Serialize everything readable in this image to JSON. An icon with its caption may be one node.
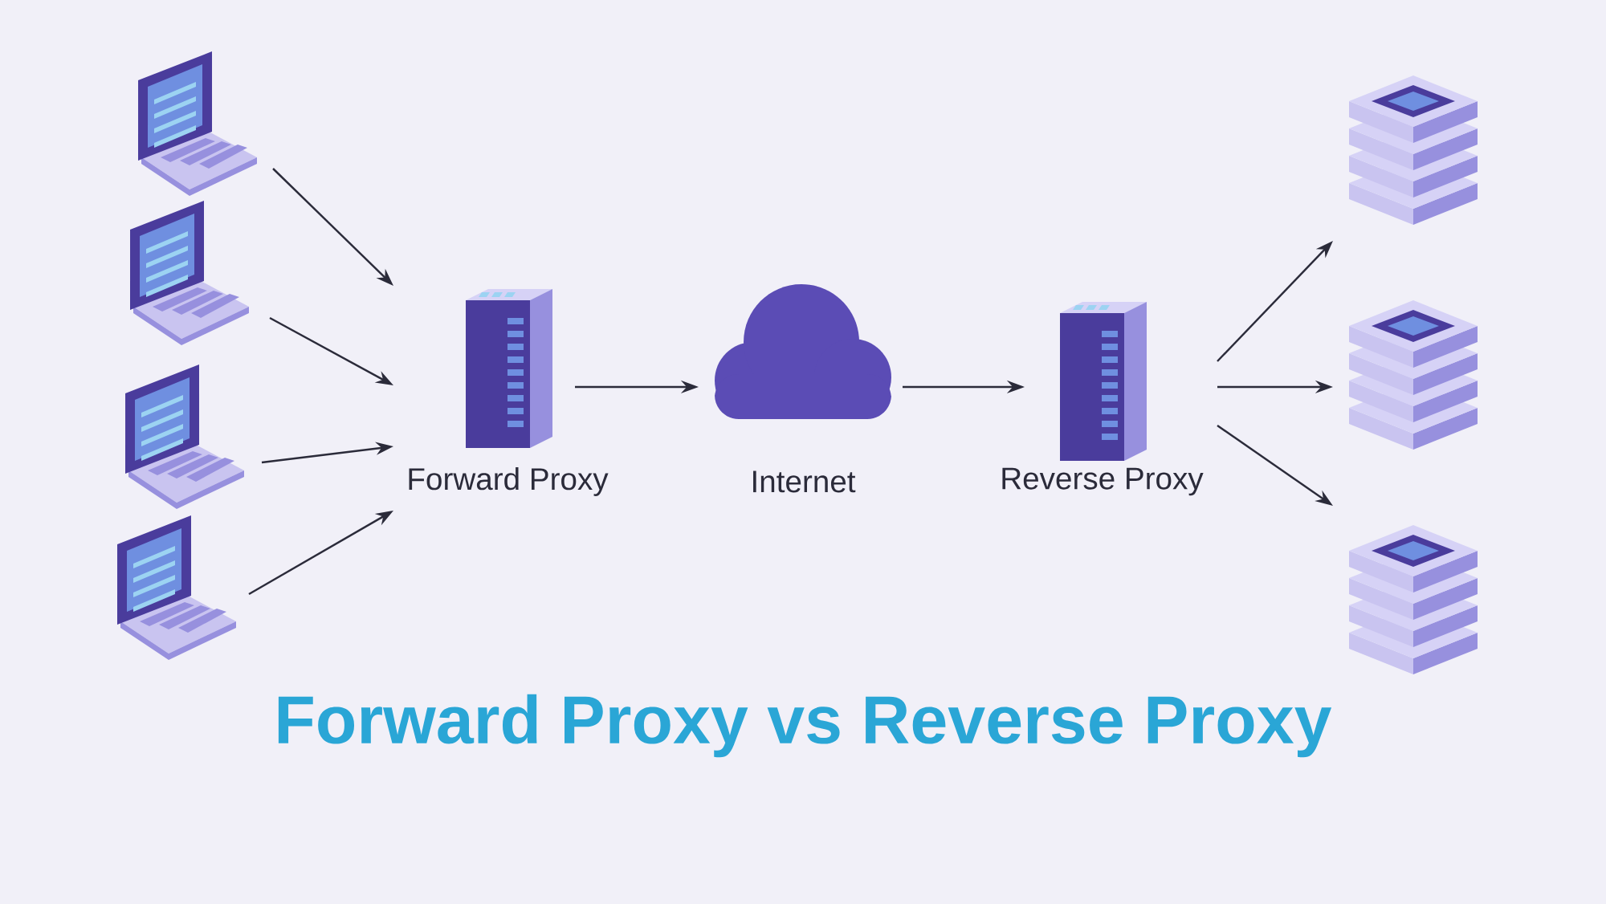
{
  "diagram": {
    "title": "Forward Proxy vs Reverse Proxy",
    "nodes": [
      {
        "text": [],
        "shape": "picture"
      },
      {
        "text": [],
        "shape": "picture"
      },
      {
        "text": [],
        "shape": "picture"
      },
      {
        "text": [],
        "shape": "picture"
      },
      {
        "text": [
          "Forward Proxy"
        ]
      },
      {
        "text": [
          "Internet"
        ]
      },
      {
        "text": [
          "Reverse Proxy"
        ]
      },
      {
        "text": [],
        "shape": "picture"
      },
      {
        "text": [],
        "shape": "picture"
      },
      {
        "text": [],
        "shape": "picture"
      }
    ],
    "edges": [
      {
        "from": 0,
        "to": 4,
        "arrow": "to"
      },
      {
        "from": 1,
        "to": 4,
        "arrow": "to"
      },
      {
        "from": 2,
        "to": 4,
        "arrow": "to"
      },
      {
        "from": 3,
        "to": 4,
        "arrow": "to"
      },
      {
        "from": 4,
        "to": 5,
        "arrow": "to"
      },
      {
        "from": 5,
        "to": 6,
        "arrow": "to"
      },
      {
        "from": 6,
        "to": 7,
        "arrow": "to"
      },
      {
        "from": 6,
        "to": 8,
        "arrow": "to"
      },
      {
        "from": 6,
        "to": 9,
        "arrow": "to"
      }
    ]
  }
}
